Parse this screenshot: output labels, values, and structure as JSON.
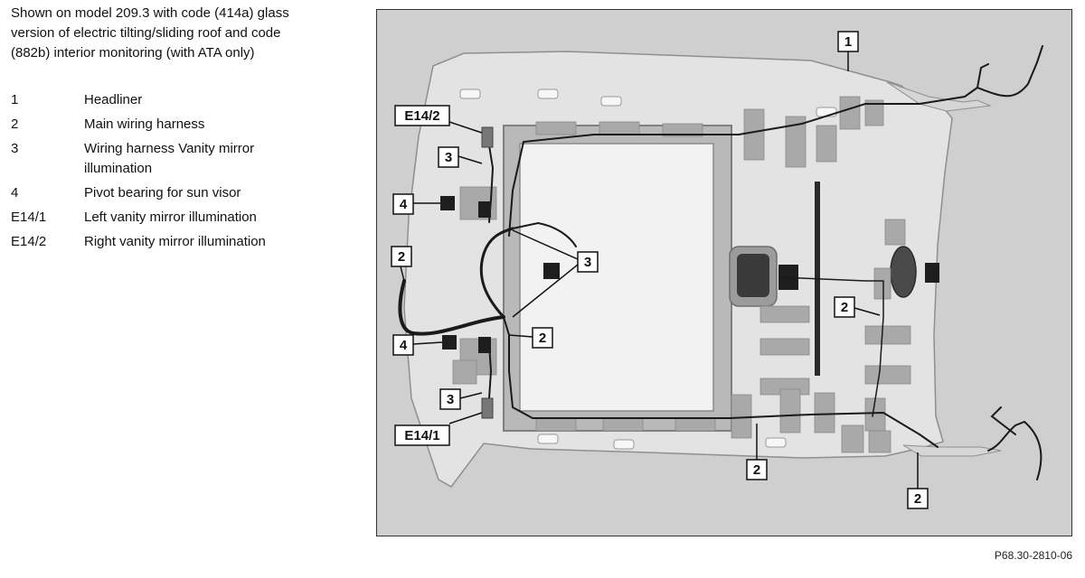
{
  "intro_text": "Shown on model 209.3 with code (414a) glass version of electric tilting/sliding roof and code (882b) interior monitoring (with ATA only)",
  "legend": [
    {
      "key": "1",
      "desc": "Headliner"
    },
    {
      "key": "2",
      "desc": "Main wiring harness"
    },
    {
      "key": "3",
      "desc": "Wiring harness   Vanity mirror illumination"
    },
    {
      "key": "4",
      "desc": "Pivot bearing for sun visor"
    },
    {
      "key": "E14/1",
      "desc": "Left vanity mirror illumination"
    },
    {
      "key": "E14/2",
      "desc": "Right vanity mirror illumination"
    }
  ],
  "callouts": {
    "c1": "1",
    "c2_left": "2",
    "c2_center": "2",
    "c2_right": "2",
    "c2_bottom": "2",
    "c2_corner": "2",
    "c3_upper": "3",
    "c3_middle": "3",
    "c3_lower": "3",
    "c4_upper": "4",
    "c4_lower": "4",
    "e14_2": "E14/2",
    "e14_1": "E14/1"
  },
  "figure_id": "P68.30-2810-06",
  "colors": {
    "background": "#cfcfcf",
    "headliner": "#e3e3e3",
    "tape": "#a9a9a9",
    "harness": "#1a1a1a"
  }
}
